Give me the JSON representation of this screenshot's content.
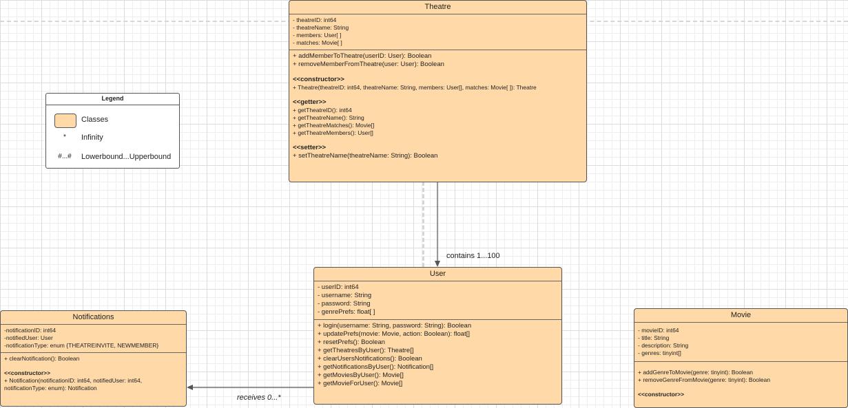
{
  "legend": {
    "title": "Legend",
    "rows": [
      {
        "symbol": "",
        "label": "Classes"
      },
      {
        "symbol": "*",
        "label": "Infinity"
      },
      {
        "symbol": "#...#",
        "label": "Lowerbound...Upperbound"
      }
    ]
  },
  "theatre": {
    "title": "Theatre",
    "attributes": [
      "- theatreID: int64",
      "- theatreName: String",
      "- members: User[ ]",
      "- matches: Movie[ ]"
    ],
    "methods": [
      "+ addMemberToTheatre(userID: User): Boolean",
      "+ removeMemberFromTheatre(user: User): Boolean"
    ],
    "constructor_label": "<<constructor>>",
    "constructor": "+ Theatre(theatreID: int64, theatreName: String, members: User[], matches: Movie[ ]): Theatre",
    "getter_label": "<<getter>>",
    "getters": [
      "+ getTheatreID(): int64",
      "+ getTheatreName(): String",
      "+ getTheatreMatches(): Movie[]",
      "+ getTheatreMembers(): User[]"
    ],
    "setter_label": "<<setter>>",
    "setters": [
      "+ setTheatreName(theatreName: String): Boolean"
    ]
  },
  "user": {
    "title": "User",
    "attributes": [
      "- userID: int64",
      "- username: String",
      "- password: String",
      "- genrePrefs: float[ ]"
    ],
    "methods": [
      "+ login(username: String, password: String): Boolean",
      "+ updatePrefs(movie: Movie, action: Boolean): float[]",
      "+ resetPrefs(): Boolean",
      "+ getTheatresByUser(): Theatre[]",
      "+ clearUsersNotifications(): Boolean",
      "+ getNotificationsByUser(): Notification[]",
      "+ getMoviesByUser(): Movie[]",
      "+ getMovieForUser(): Movie[]"
    ]
  },
  "notifications": {
    "title": "Notifications",
    "attributes": [
      "-notificationID: int64",
      "-notifiedUser: User",
      "-notificationType: enum {THEATREINVITE, NEWMEMBER}"
    ],
    "methods": [
      "+ clearNotification(): Boolean"
    ],
    "constructor_label": "<<constructor>>",
    "constructor": [
      "+ Notification(notificationID: int64, notifiedUser: int64,",
      "notificationType: enum): Notification"
    ]
  },
  "movie": {
    "title": "Movie",
    "attributes": [
      "- movieID: int64",
      "- title: String",
      "- description: String",
      "- genres: tinyint[]"
    ],
    "methods": [
      "+ addGenreToMovie(genre: tinyint): Boolean",
      "+ removeGenreFromMovie(genre: tinyint): Boolean"
    ],
    "constructor_label": "<<constructor>>"
  },
  "relations": {
    "contains": "contains 1...100",
    "receives": "receives 0...*"
  },
  "colors": {
    "class_fill": "#ffd9a8",
    "border": "#555555",
    "grid": "#dcdcdc"
  }
}
